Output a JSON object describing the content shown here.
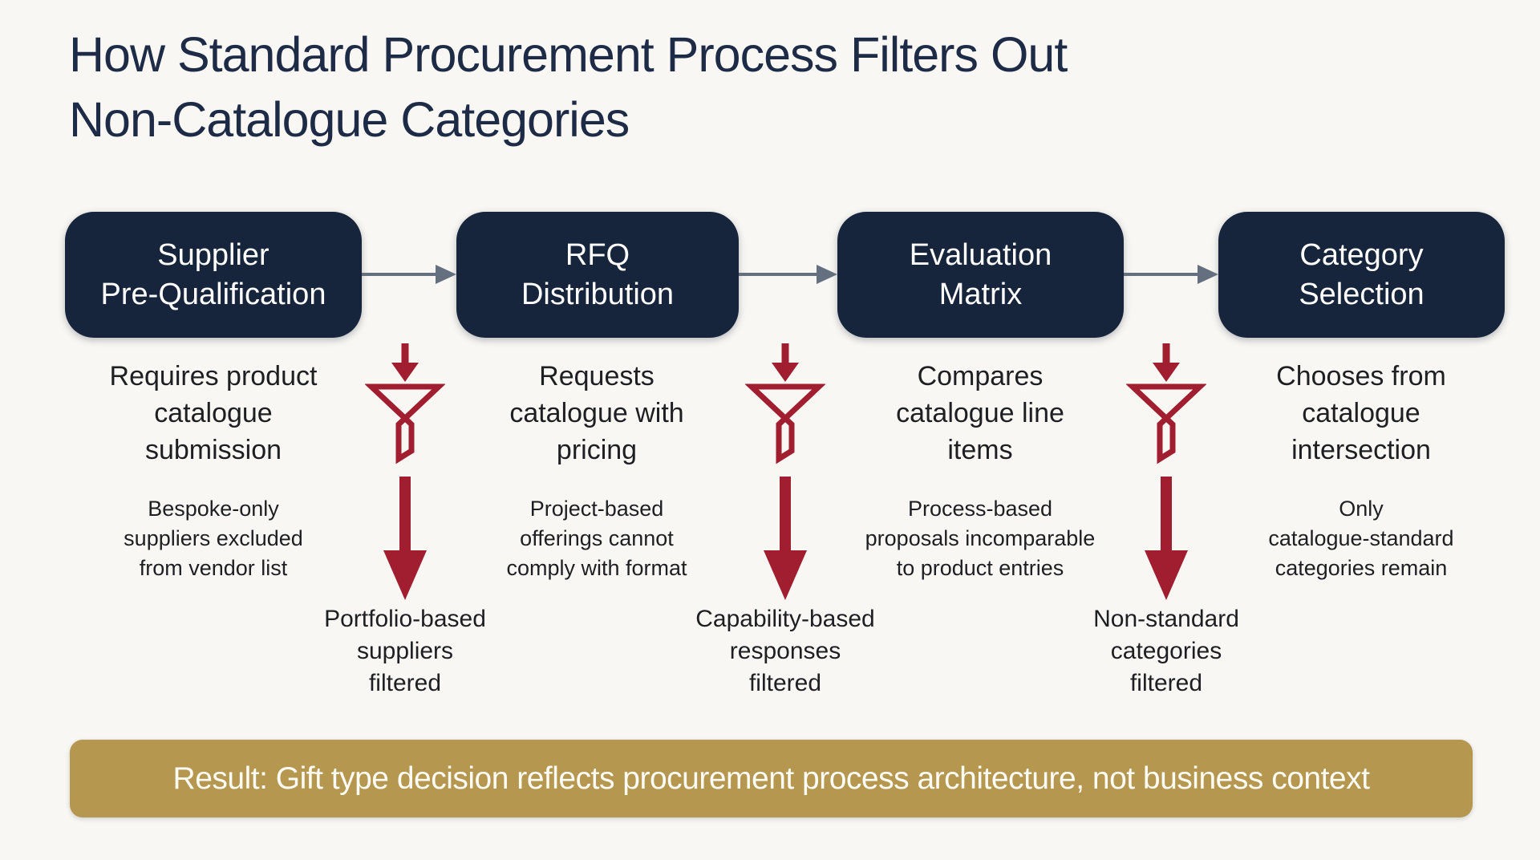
{
  "colors": {
    "background": "#f8f7f3",
    "navy": "#16243c",
    "title": "#1d2b47",
    "red": "#a01e2f",
    "gold": "#b6974f",
    "arrow": "#64707f",
    "text": "#1e1f23"
  },
  "title": "How Standard Procurement Process Filters Out\nNon-Catalogue Categories",
  "stages": [
    {
      "label": "Supplier\nPre-Qualification",
      "description": "Requires product\ncatalogue\nsubmission",
      "detail": "Bespoke-only\nsuppliers excluded\nfrom vendor list"
    },
    {
      "label": "RFQ\nDistribution",
      "description": "Requests\ncatalogue with\npricing",
      "detail": "Project-based\nofferings cannot\ncomply with format"
    },
    {
      "label": "Evaluation\nMatrix",
      "description": "Compares\ncatalogue line\nitems",
      "detail": "Process-based\nproposals incomparable\nto product entries"
    },
    {
      "label": "Category\nSelection",
      "description": "Chooses from\ncatalogue\nintersection",
      "detail": "Only\ncatalogue-standard\ncategories remain"
    }
  ],
  "filters": [
    {
      "result": "Portfolio-based\nsuppliers\nfiltered"
    },
    {
      "result": "Capability-based\nresponses\nfiltered"
    },
    {
      "result": "Non-standard\ncategories\nfiltered"
    }
  ],
  "banner": {
    "text": "Result: Gift type decision reflects procurement process architecture, not business context"
  },
  "icons": {
    "funnel": "outlined funnel glyph (dark red)",
    "down_arrow": "small solid down arrow into funnel",
    "filtered_arrow": "long solid down arrow to filtered label",
    "flow_arrow": "gray right arrow between stages"
  }
}
